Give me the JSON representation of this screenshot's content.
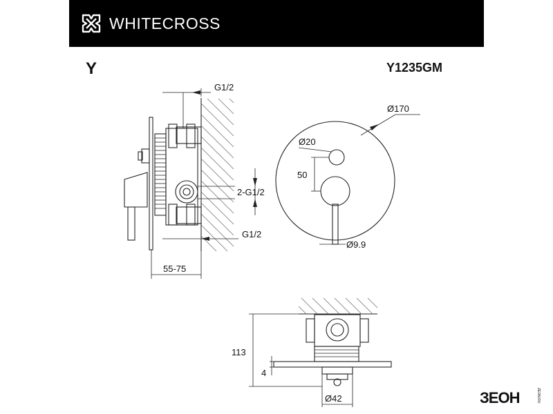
{
  "header": {
    "brand_name": "WHITECROSS",
    "logo_icon": "cross-knot-logo-icon"
  },
  "series_letter": "Y",
  "model_code": "Y1235GM",
  "side_view": {
    "top_thread": "G1/2",
    "middle_thread": "2-G1/2",
    "bottom_thread": "G1/2",
    "depth_range": "55-75"
  },
  "front_view": {
    "plate_diameter": "Ø170",
    "diverter_diameter": "Ø20",
    "spacing": "50",
    "lever_diameter": "Ø9.9"
  },
  "top_view": {
    "height": "113",
    "plate_thickness": "4",
    "handle_diameter": "Ø42"
  },
  "watermark": {
    "text": "ЗЕОН",
    "sub": "ZEON.RU"
  }
}
